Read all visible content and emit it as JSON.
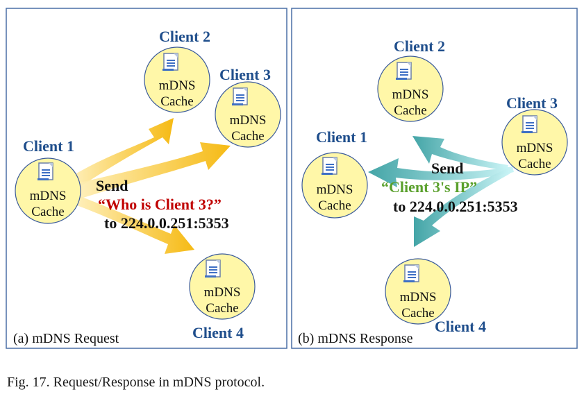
{
  "panel_a": {
    "caption": "(a) mDNS Request",
    "send_label": "Send",
    "message": "“Who is Client 3?”",
    "destination": "to 224.0.0.251:5353",
    "arrow_color": "#f7b500",
    "arrow_color_light": "#fde9a6",
    "message_color": "#c00000",
    "clients": [
      {
        "name": "Client 1",
        "cache_line1": "mDNS",
        "cache_line2": "Cache"
      },
      {
        "name": "Client 2",
        "cache_line1": "mDNS",
        "cache_line2": "Cache"
      },
      {
        "name": "Client 3",
        "cache_line1": "mDNS",
        "cache_line2": "Cache"
      },
      {
        "name": "Client 4",
        "cache_line1": "mDNS",
        "cache_line2": "Cache"
      }
    ]
  },
  "panel_b": {
    "caption": "(b) mDNS Response",
    "send_label": "Send",
    "message": "“Client 3's IP”",
    "destination": "to 224.0.0.251:5353",
    "arrow_color": "#3fa7a8",
    "arrow_color_light": "#bff0f2",
    "message_color": "#5aa02c",
    "clients": [
      {
        "name": "Client 1",
        "cache_line1": "mDNS",
        "cache_line2": "Cache"
      },
      {
        "name": "Client 2",
        "cache_line1": "mDNS",
        "cache_line2": "Cache"
      },
      {
        "name": "Client 3",
        "cache_line1": "mDNS",
        "cache_line2": "Cache"
      },
      {
        "name": "Client 4",
        "cache_line1": "mDNS",
        "cache_line2": "Cache"
      }
    ]
  },
  "figure_caption": "Fig.  17.  Request/Response in mDNS protocol.",
  "colors": {
    "client_name": "#1f4e8c",
    "node_fill": "#fff7a8",
    "node_stroke": "#3a5a9a",
    "panel_border": "#4a6fa5"
  }
}
